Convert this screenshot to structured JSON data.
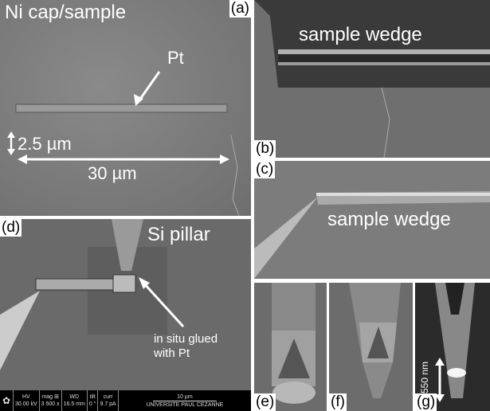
{
  "panels": {
    "a": {
      "label": "(a)",
      "title": "Ni cap/sample",
      "pt": "Pt",
      "height": "2.5 µm",
      "width": "30 µm"
    },
    "b": {
      "label": "(b)",
      "title": "sample wedge"
    },
    "c": {
      "label": "(c)",
      "title": "sample wedge"
    },
    "d": {
      "label": "(d)",
      "title": "Si pillar",
      "note1": "in situ glued",
      "note2": "with Pt"
    },
    "e": {
      "label": "(e)"
    },
    "f": {
      "label": "(f)"
    },
    "g": {
      "label": "(g)",
      "scale": "550 nm"
    }
  },
  "infobar": {
    "hv_h": "HV",
    "hv": "30.00 kV",
    "mag_h": "mag ⊞",
    "mag": "3 500 x",
    "wd_h": "WD",
    "wd": "16.5 mm",
    "tilt_h": "tilt",
    "tilt": "0 °",
    "curr_h": "curr",
    "curr": "9.7 pA",
    "scale": "10 µm",
    "institution": "UNIVERSITE PAUL CEZANNE"
  }
}
